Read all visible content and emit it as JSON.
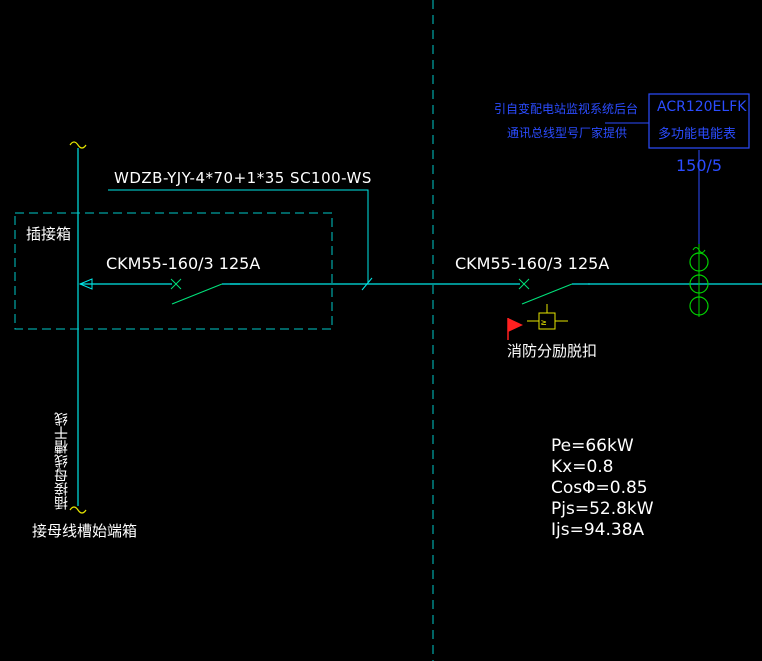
{
  "colors": {
    "background": "#000000",
    "busbar": "#00e6e6",
    "dashed_box": "#00c8c8",
    "breaker": "#00e07a",
    "meter": "#00d000",
    "meter_box": "#2b4cff",
    "text": "#ffffff",
    "note": "#2b4cff",
    "fire_flag": "#ff2020",
    "shunt_trip": "#e6e600"
  },
  "labels": {
    "cable_spec": "WDZB-YJY-4*70+1*35 SC100-WS",
    "plug_box": "插接箱",
    "breaker_left": "CKM55-160/3   125A",
    "breaker_right": "CKM55-160/3   125A",
    "busway_trunk": "插接母线槽干线",
    "busway_start_box": "接母线槽始端箱",
    "fire_shunt_trip": "消防分励脱扣",
    "note_line1": "引自变配电站监视系统后台",
    "note_line2": "通讯总线型号厂家提供",
    "meter_model": "ACR120ELFK",
    "meter_name": "多功能电能表",
    "ct_ratio": "150/5"
  },
  "calc": {
    "pe": "Pe=66kW",
    "kx": "Kx=0.8",
    "cos": "CosΦ=0.85",
    "pjs": "Pjs=52.8kW",
    "ijs": "Ijs=94.38A"
  },
  "icons": {
    "fire_flag": "red-flag-icon",
    "shunt_trip": "shunt-trip-coil-icon",
    "current_transformer": "current-transformer-icon",
    "busway_end": "busway-tilde-icon"
  }
}
